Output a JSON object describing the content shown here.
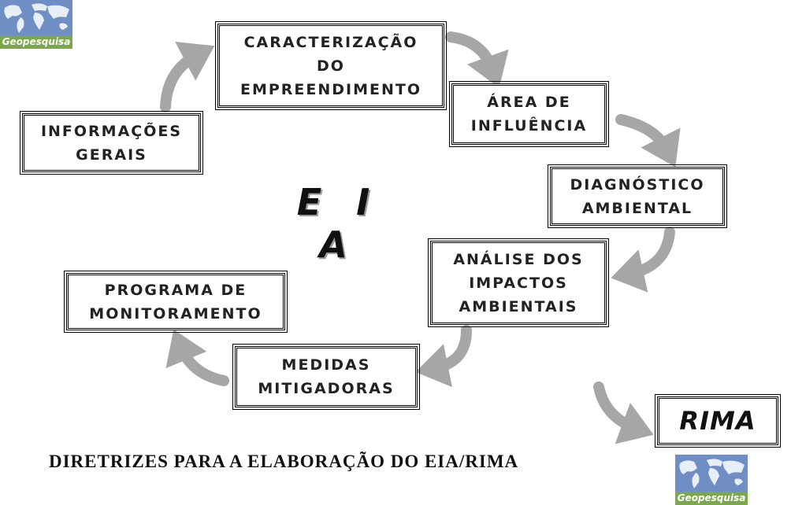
{
  "diagram": {
    "center_label": "E I A",
    "boxes": {
      "caracterizacao": "CARACTERIZAÇÃO\nDO\nEMPREENDIMENTO",
      "area": "ÁREA DE\nINFLUÊNCIA",
      "informacoes": "INFORMAÇÕES\nGERAIS",
      "diagnostico": "DIAGNÓSTICO\nAMBIENTAL",
      "analise": "ANÁLISE DOS\nIMPACTOS\nAMBIENTAIS",
      "programa": "PROGRAMA DE\nMONITORAMENTO",
      "medidas": "MEDIDAS\nMITIGADORAS",
      "rima": "RIMA"
    },
    "caption": "DIRETRIZES PARA A ELABORAÇÃO DO EIA/RIMA"
  },
  "logos": {
    "top_left": "Geopesquisa",
    "bottom_right": "Geopesquisa"
  },
  "colors": {
    "arrow": "#a6a6a6",
    "logo_blue": "#6f8fc4",
    "logo_green": "#7aa84a"
  }
}
